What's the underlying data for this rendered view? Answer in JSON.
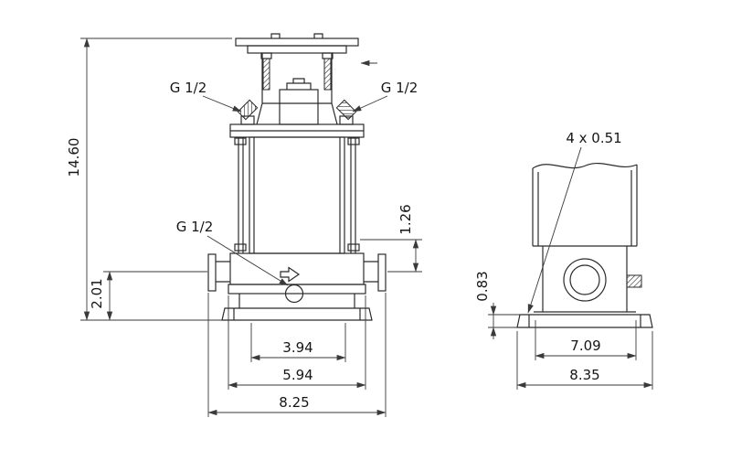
{
  "front_view": {
    "label_g_top_left": "G 1/2",
    "label_g_top_right": "G 1/2",
    "label_g_drain": "G 1/2",
    "dim_height_total": "14.60",
    "dim_height_port": "2.01",
    "dim_offset_discharge": "1.26",
    "dim_width_inner": "3.94",
    "dim_width_mid": "5.94",
    "dim_width_overall": "8.25"
  },
  "side_view": {
    "label_holes": "4 x 0.51",
    "dim_height_foot": "0.83",
    "dim_width_body": "7.09",
    "dim_width_base": "8.35"
  }
}
